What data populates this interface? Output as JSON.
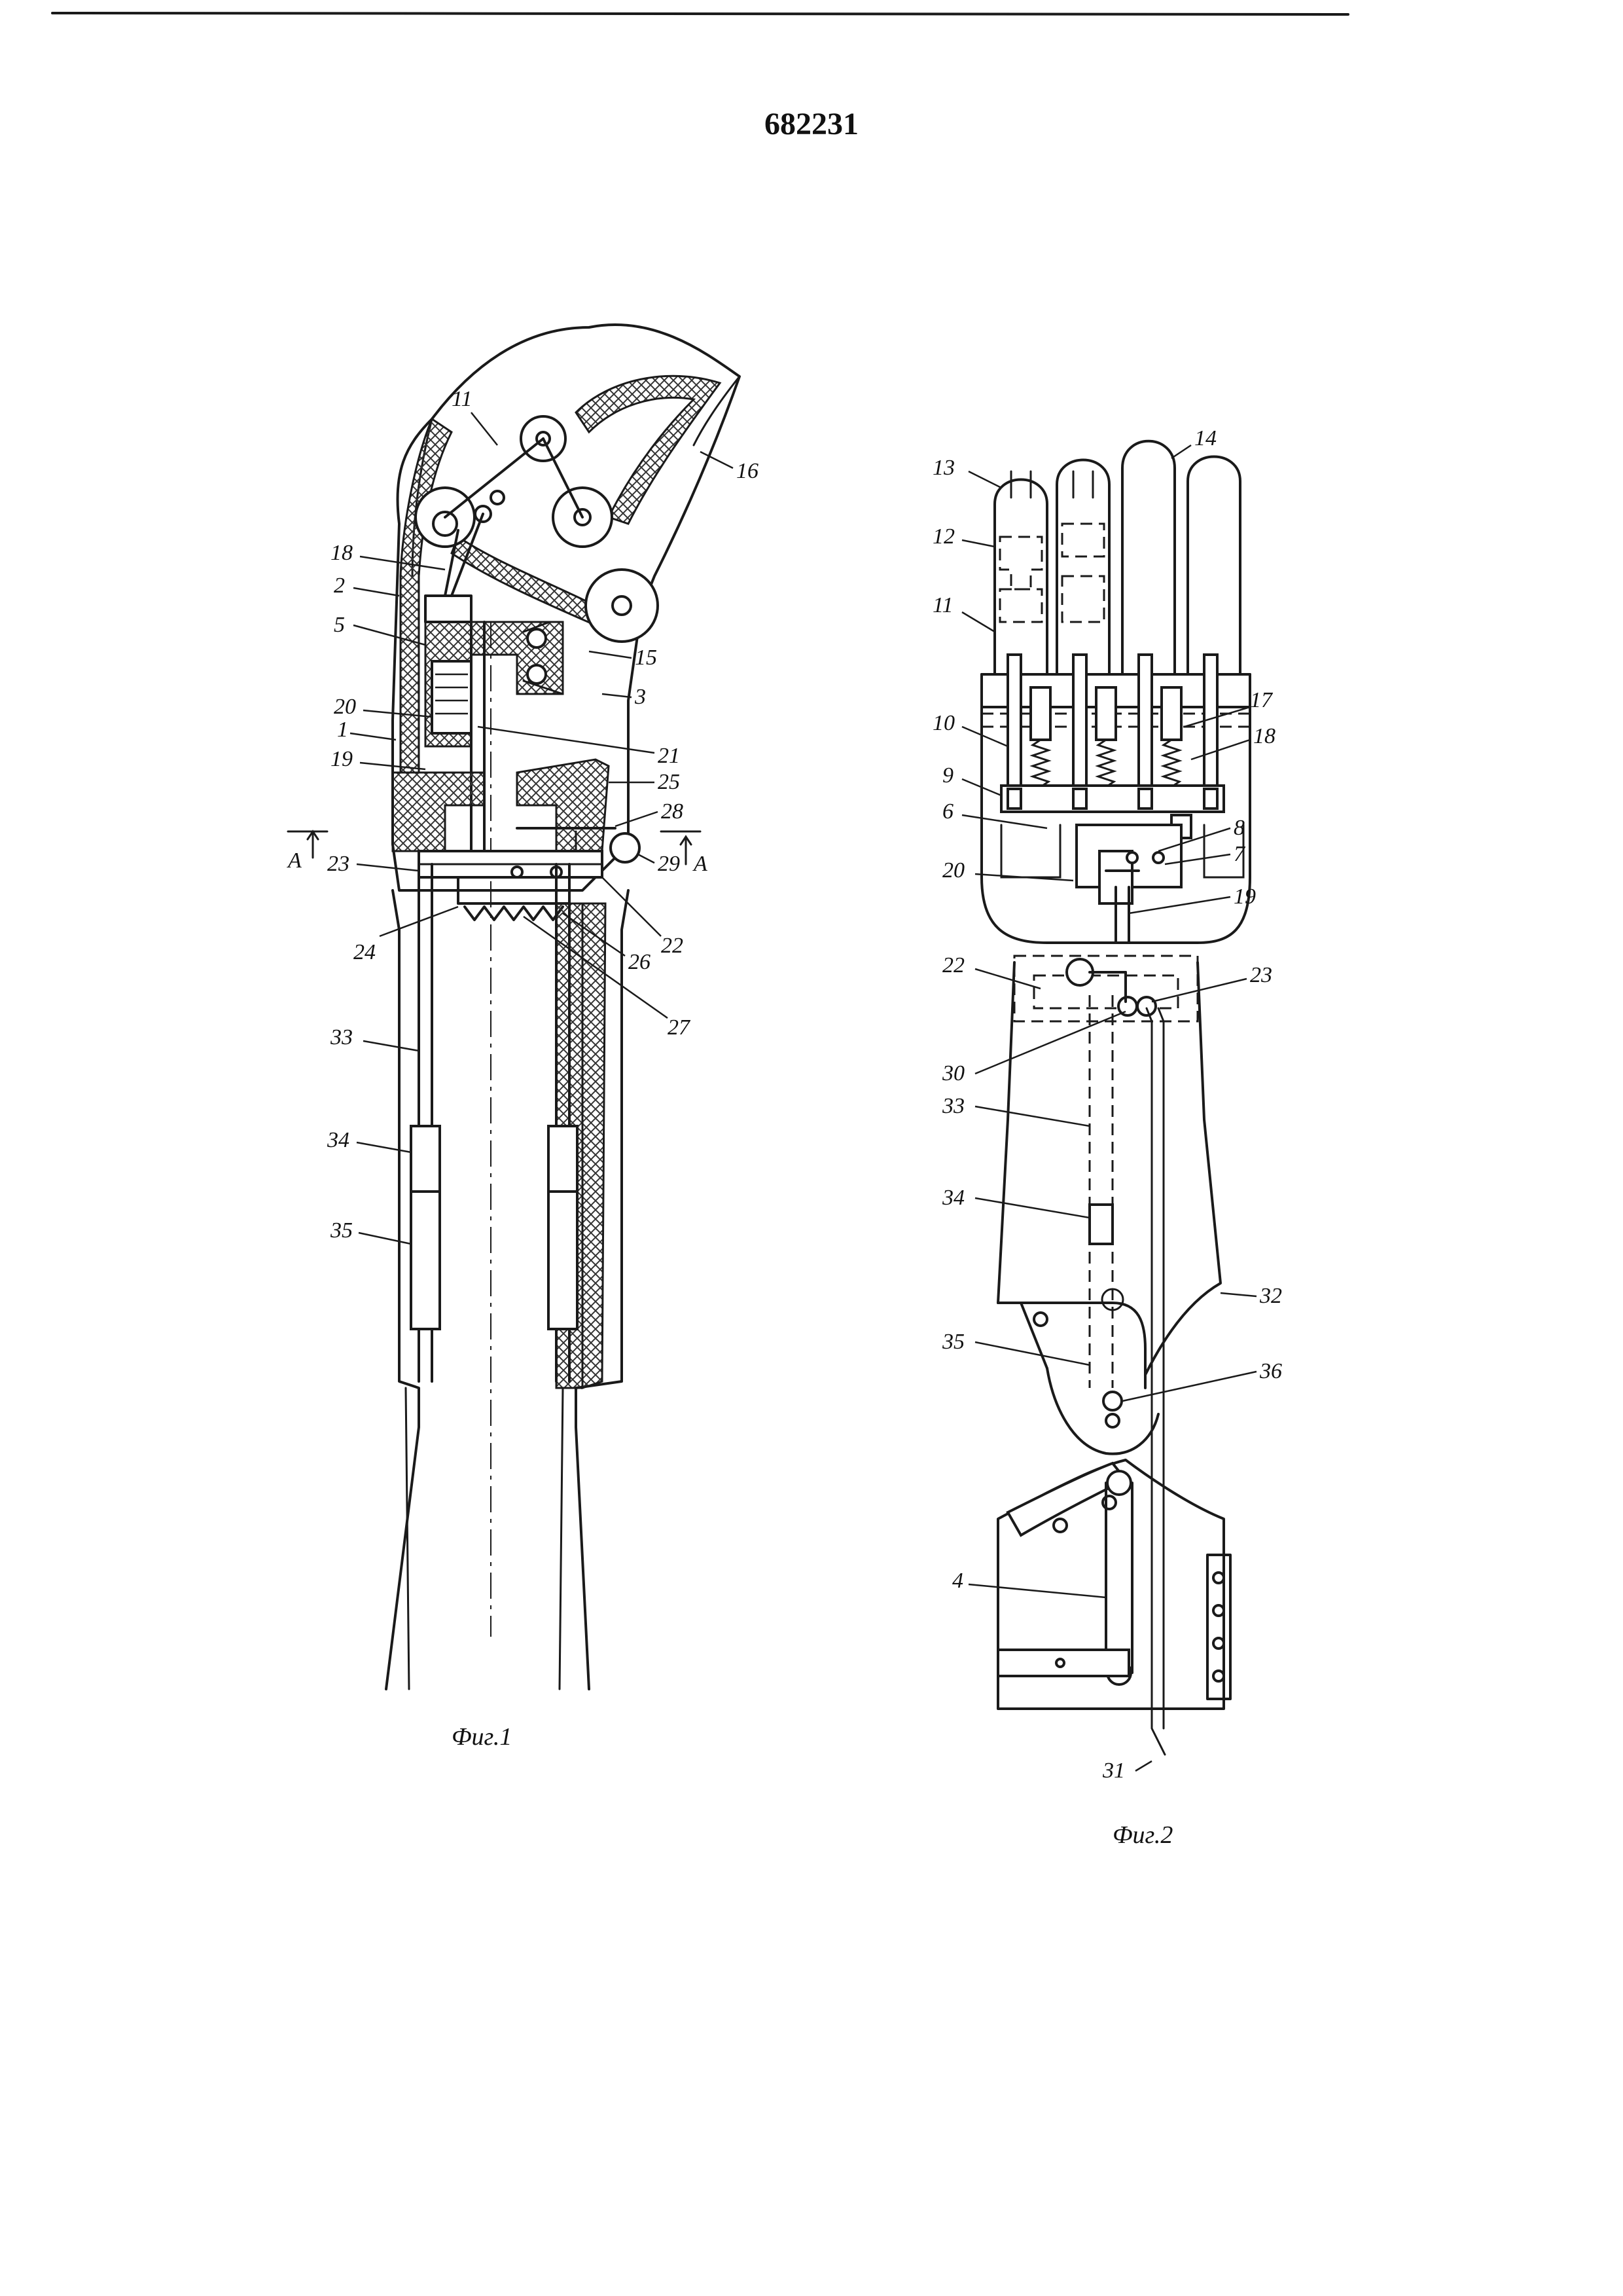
{
  "patent_number": "682231",
  "figures": [
    {
      "caption": "Фиг.1",
      "labels": [
        "11",
        "16",
        "18",
        "2",
        "5",
        "15",
        "3",
        "20",
        "21",
        "1",
        "19",
        "25",
        "28",
        "A",
        "29",
        "A",
        "23",
        "22",
        "24",
        "26",
        "27",
        "33",
        "34",
        "35"
      ]
    },
    {
      "caption": "Фиг.2",
      "labels": [
        "13",
        "14",
        "12",
        "11",
        "17",
        "10",
        "18",
        "9",
        "6",
        "8",
        "7",
        "20",
        "19",
        "22",
        "23",
        "30",
        "33",
        "34",
        "32",
        "35",
        "36",
        "4",
        "31"
      ]
    }
  ]
}
